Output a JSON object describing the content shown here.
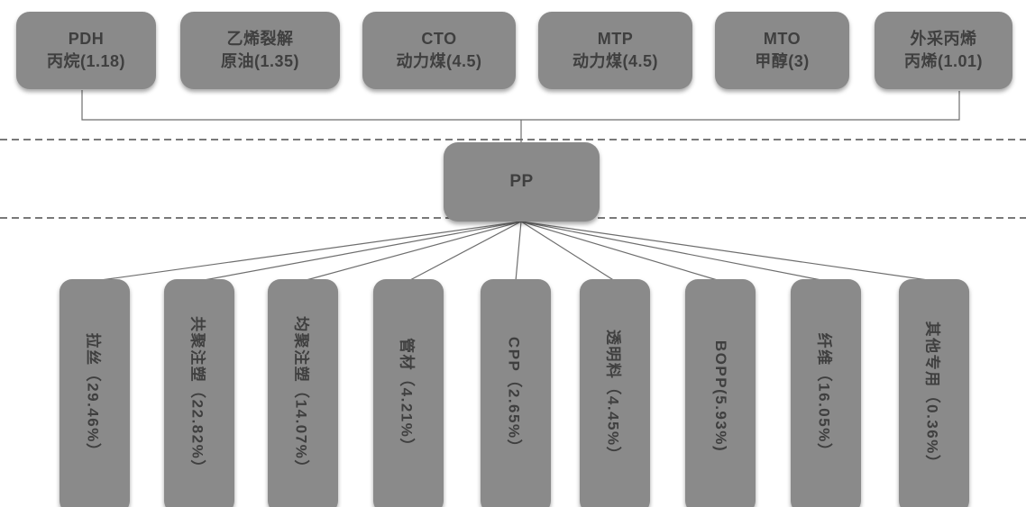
{
  "diagram": {
    "top_sources": [
      {
        "line1": "PDH",
        "line2": "丙烷(1.18)"
      },
      {
        "line1": "乙烯裂解",
        "line2": "原油(1.35)"
      },
      {
        "line1": "CTO",
        "line2": "动力煤(4.5)"
      },
      {
        "line1": "MTP",
        "line2": "动力煤(4.5)"
      },
      {
        "line1": "MTO",
        "line2": "甲醇(3)"
      },
      {
        "line1": "外采丙烯",
        "line2": "丙烯(1.01)"
      }
    ],
    "center_node": {
      "label": "PP"
    },
    "downstream": [
      {
        "label": "拉丝（29.46%）"
      },
      {
        "label": "共聚注塑（22.82%）"
      },
      {
        "label": "均聚注塑（14.07%）"
      },
      {
        "label": "管材（4.21%）"
      },
      {
        "label": "CPP（2.65%）"
      },
      {
        "label": "透明料（4.45%）"
      },
      {
        "label": "BOPP(5.93%)"
      },
      {
        "label": "纤维（16.05%）"
      },
      {
        "label": "其他专用（0.36%）"
      }
    ],
    "colors": {
      "background": "#ffffff",
      "box_fill": "#8a8a8a",
      "box_text": "#3f3f3f",
      "line": "#6e6e6e",
      "dashed_line": "#4d4d4d"
    }
  }
}
